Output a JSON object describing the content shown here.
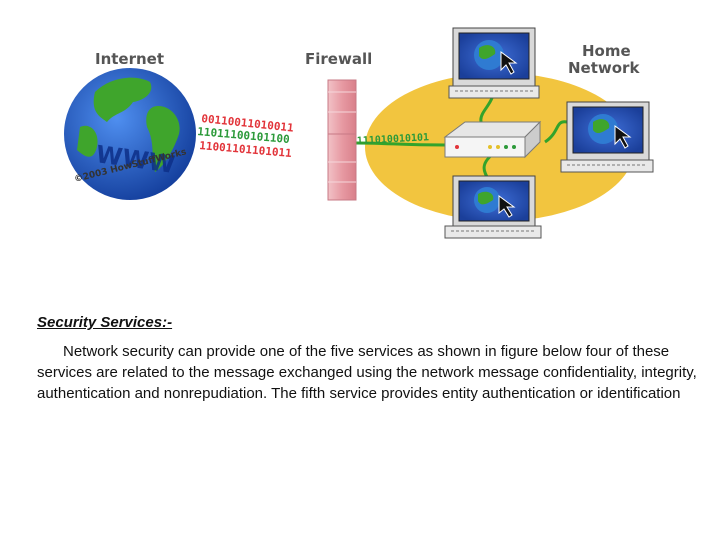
{
  "figure": {
    "labels": {
      "internet": "Internet",
      "firewall": "Firewall",
      "home_line1": "Home",
      "home_line2": "Network"
    },
    "globe_text": "WWW",
    "copyright": "©2003 HowStuffWorks",
    "bit_streams": {
      "red_top": "00110011010011",
      "green_mid": "11011100101100",
      "red_low": "11001101101011",
      "right": "111010010101"
    },
    "colors": {
      "ocean": "#1f56c9",
      "land": "#3fa52c",
      "firewall": "#e9a6ad",
      "network_area": "#f2c53f",
      "cable_green": "#33a32b",
      "bit_red": "#e2343a",
      "bit_green": "#2c9a3a"
    }
  },
  "content": {
    "heading": "Security Services:-",
    "paragraph": "Network security can provide one of the five services as shown in figure below four of these services are related to the message exchanged using the network message confidentiality, integrity, authentication and nonrepudiation. The fifth service provides entity authentication or identification"
  }
}
